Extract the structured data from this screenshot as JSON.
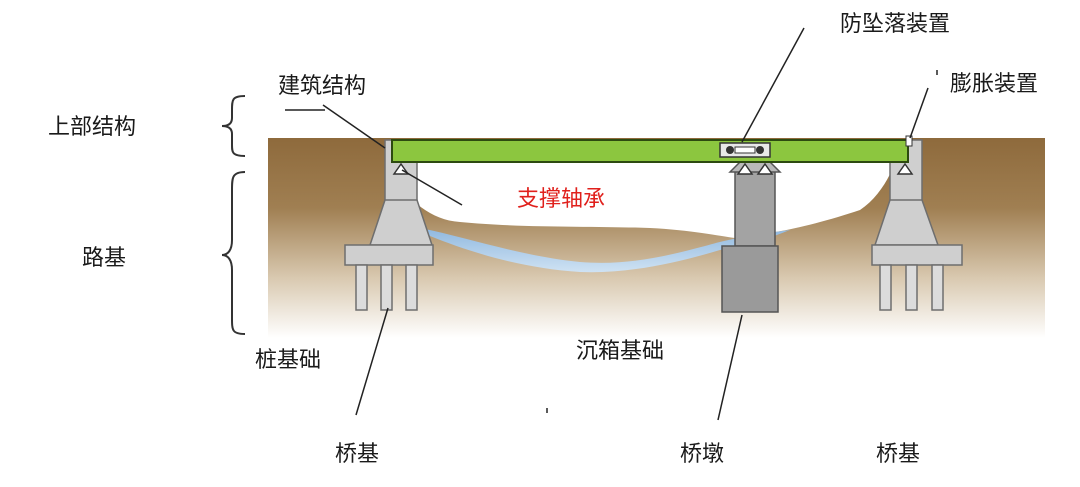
{
  "labels": {
    "superstructure": "上部结构",
    "building_structure": "建筑结构",
    "fall_prevention": "防坠落装置",
    "expansion_device": "膨胀装置",
    "subgrade": "路基",
    "support_bearing": "支撑轴承",
    "pile_foundation": "桩基础",
    "caisson_foundation": "沉箱基础",
    "abutment_left": "桥基",
    "pier": "桥墩",
    "abutment_right": "桥基"
  },
  "colors": {
    "deck_fill": "#8cc63f",
    "deck_stroke": "#2d4a10",
    "concrete": "#c8c8c8",
    "pier_concrete": "#9a9a9a",
    "soil_top": "#8e6a3c",
    "soil_bottom": "#ffffff",
    "water": "#a9c9e6",
    "highlight_text": "#e0201c"
  }
}
